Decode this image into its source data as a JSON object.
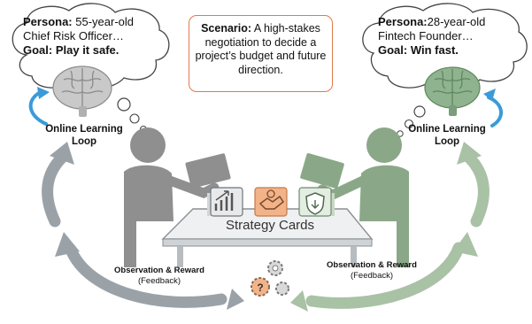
{
  "scenario": {
    "label": "Scenario:",
    "text": "A high-stakes negotiation to decide a project’s budget and future direction."
  },
  "left_agent": {
    "persona_label": "Persona:",
    "persona_text": "55-year-old Chief Risk Officer…",
    "goal": "Goal: Play it safe.",
    "loop_label": "Online Learning Loop",
    "feedback_title": "Observation & Reward",
    "feedback_sub": "(Feedback)"
  },
  "right_agent": {
    "persona_label": "Persona:",
    "persona_text": "28-year-old Fintech Founder…",
    "goal": "Goal: Win fast.",
    "loop_label": "Online Learning Loop",
    "feedback_title": "Observation & Reward",
    "feedback_sub": "(Feedback)"
  },
  "table_label": "Strategy Cards",
  "cards": [
    {
      "icon": "growth-chart-icon"
    },
    {
      "icon": "handshake-icon"
    },
    {
      "icon": "shield-icon"
    }
  ],
  "colors": {
    "left_agent": "#8f8f8f",
    "right_agent": "#8aa888",
    "scenario_border": "#e07a4a",
    "loop_arrow": "#3a9bd8",
    "handshake_card": "#f2b389"
  }
}
